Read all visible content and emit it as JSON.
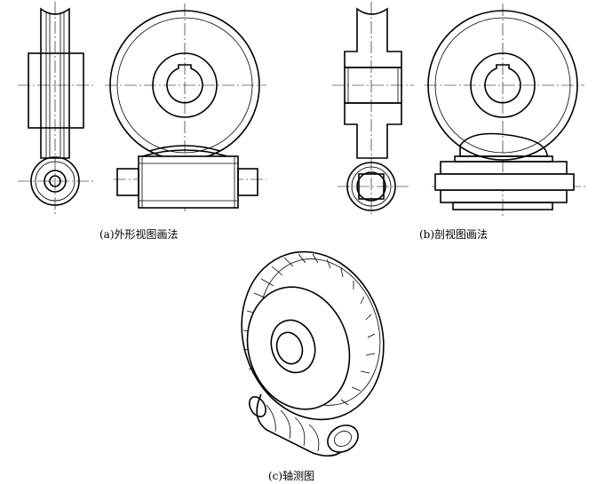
{
  "captions": {
    "a": "(a)外形视图画法",
    "b": "(b)剖视图画法",
    "c": "(c)轴测图"
  },
  "icons": [
    "worm-gear-side-view-icon",
    "worm-gear-front-view-icon",
    "worm-gear-section-side-icon",
    "worm-gear-section-front-icon",
    "worm-gear-isometric-icon"
  ]
}
